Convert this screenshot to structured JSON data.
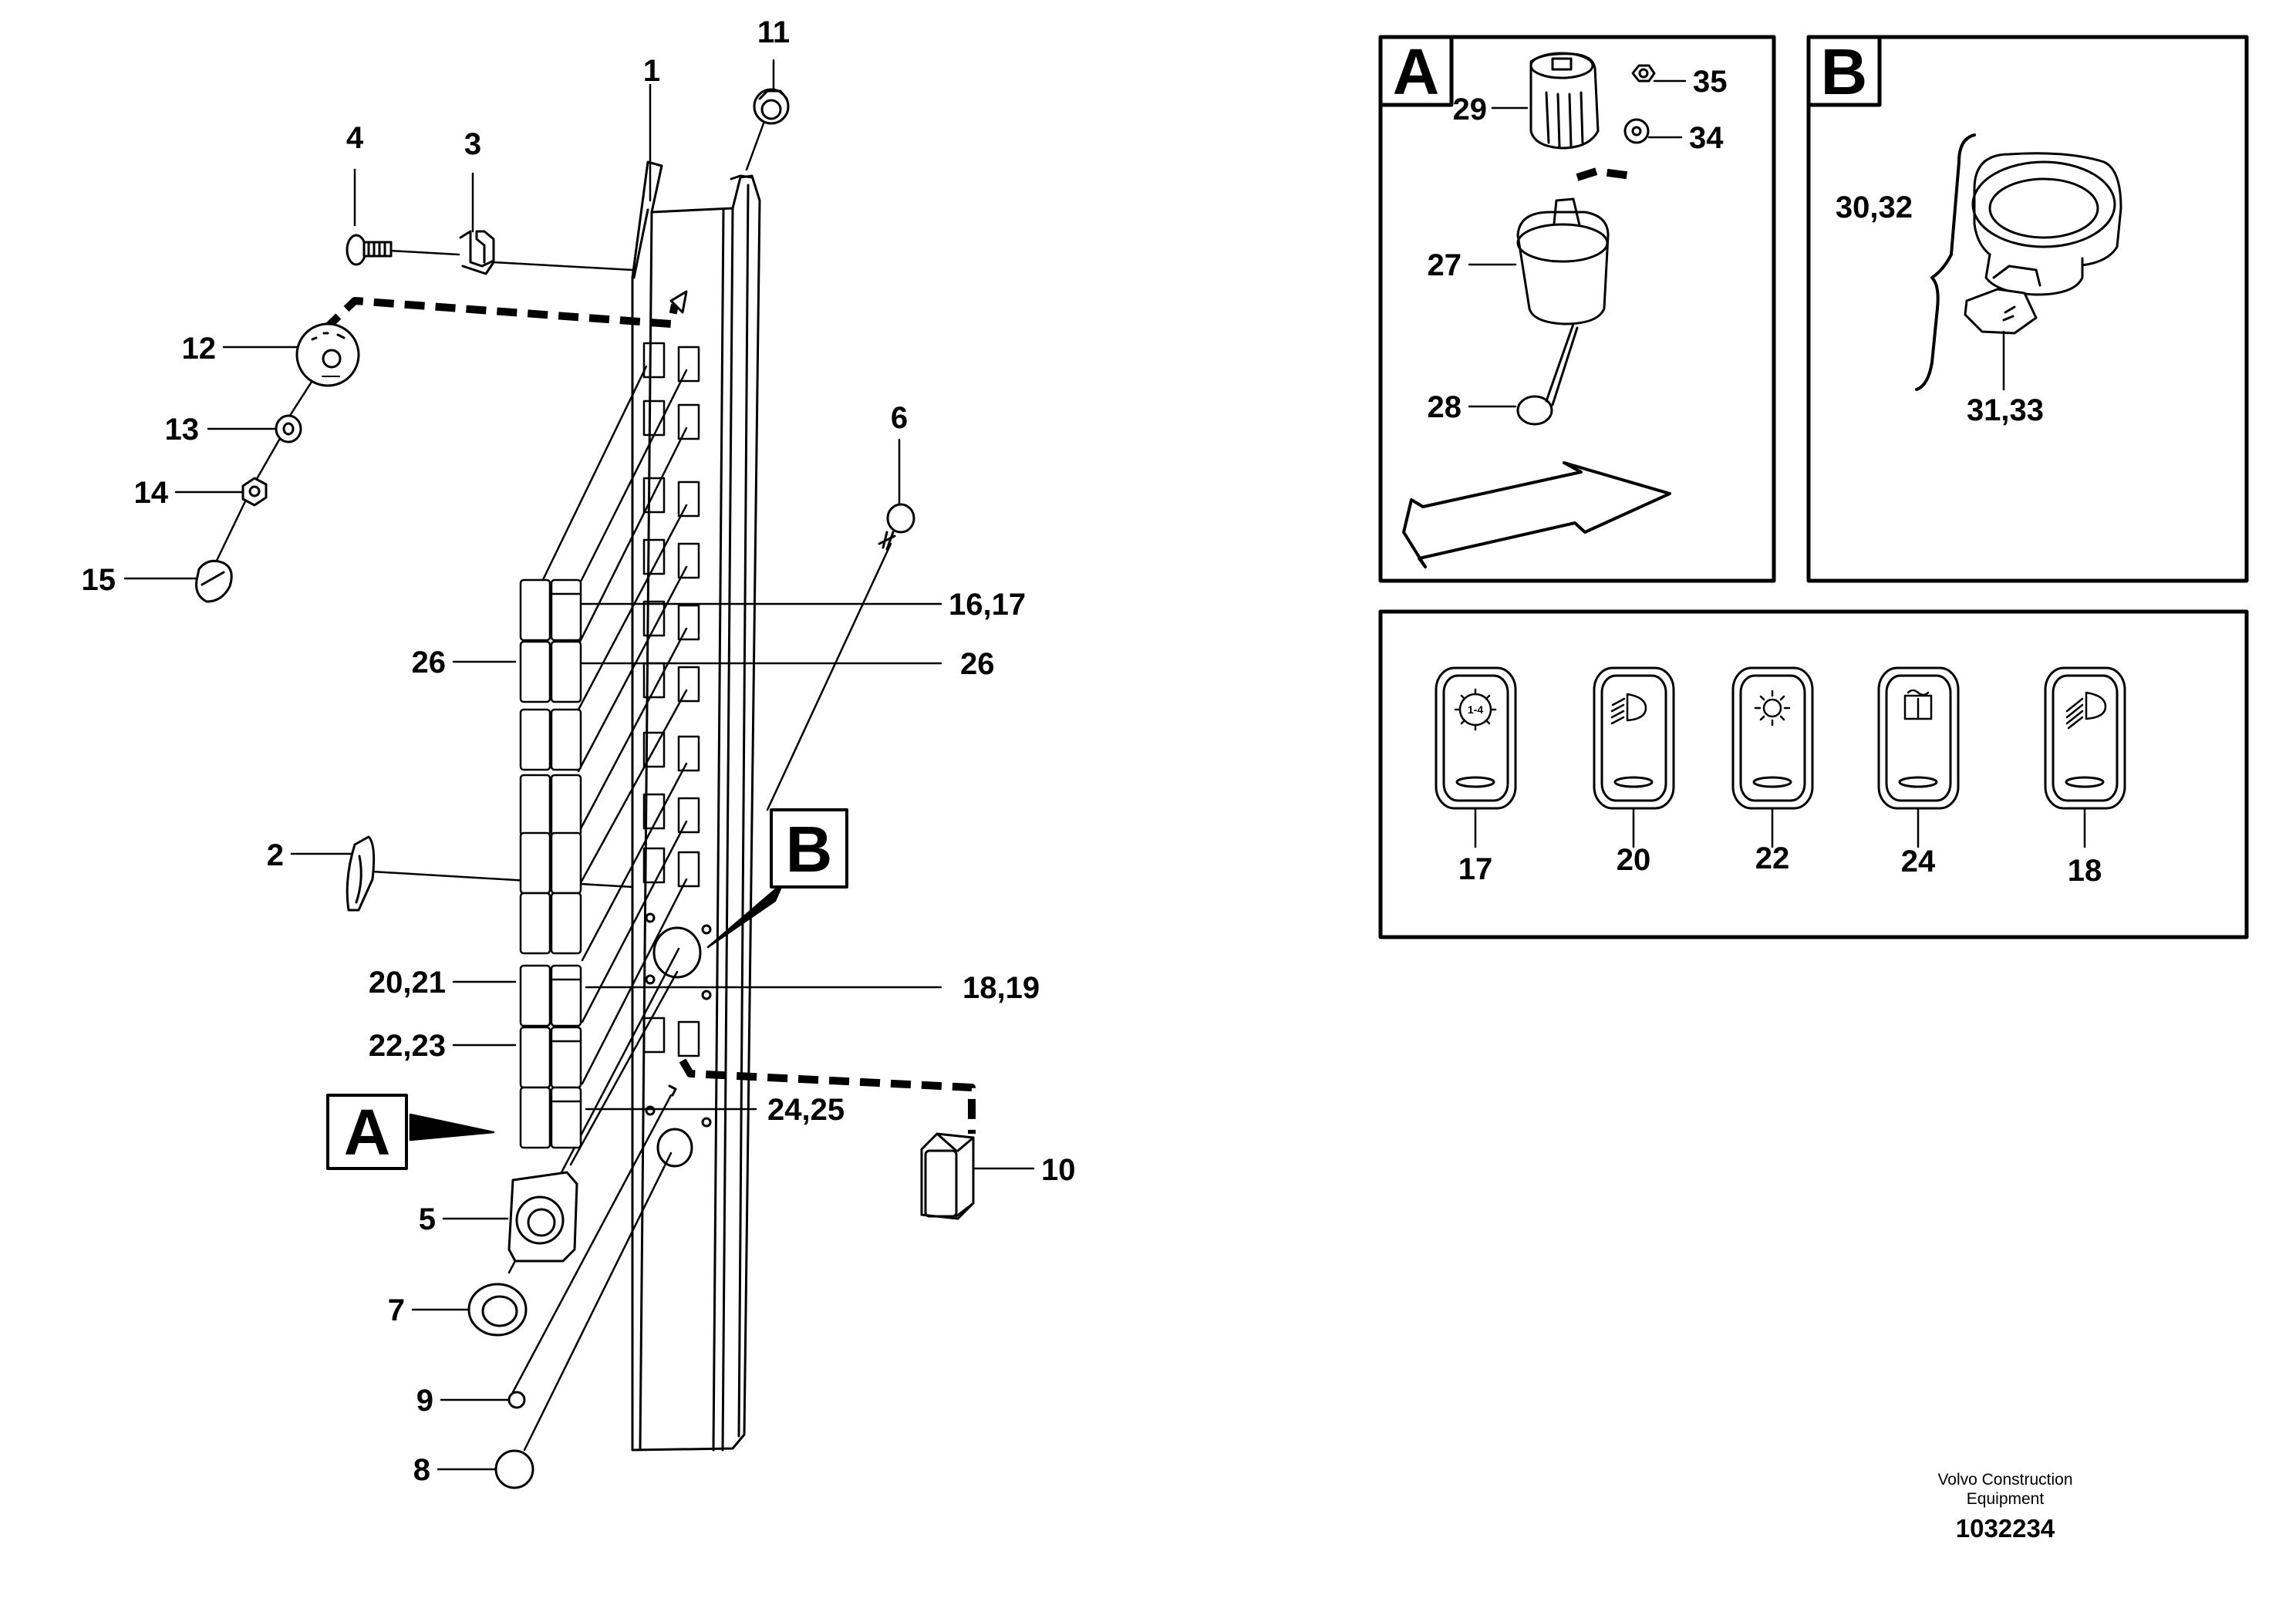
{
  "callouts": {
    "c1": "1",
    "c2": "2",
    "c3": "3",
    "c4": "4",
    "c5": "5",
    "c6": "6",
    "c7": "7",
    "c8": "8",
    "c9": "9",
    "c10": "10",
    "c11": "11",
    "c12": "12",
    "c13": "13",
    "c14": "14",
    "c15": "15",
    "c16_17": "16,17",
    "c26_left": "26",
    "c26_right": "26",
    "c20_21": "20,21",
    "c22_23": "22,23",
    "c18_19": "18,19",
    "c24_25": "24,25"
  },
  "view_markers": {
    "a": "A",
    "b": "B"
  },
  "detail_a": {
    "letter": "A",
    "c29": "29",
    "c35": "35",
    "c34": "34",
    "c27": "27",
    "c28": "28"
  },
  "detail_b": {
    "letter": "B",
    "c30_32": "30,32",
    "c31_33": "31,33"
  },
  "switches": {
    "s17": "17",
    "s20": "20",
    "s22": "22",
    "s24": "24",
    "s18": "18",
    "s17_symbol": "1-4"
  },
  "footer": {
    "company_line1": "Volvo Construction",
    "company_line2": "Equipment",
    "drawing_number": "1032234"
  }
}
